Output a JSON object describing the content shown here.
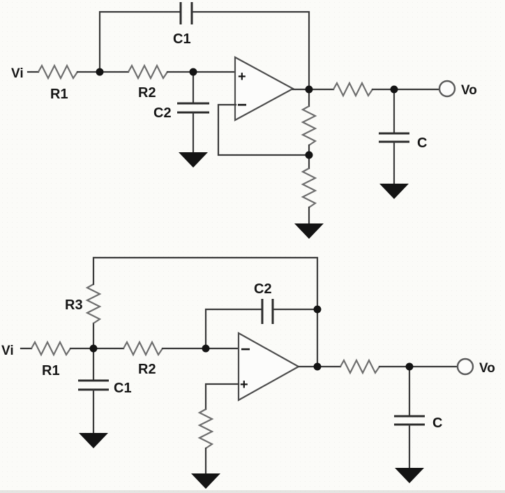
{
  "diagram": {
    "kind": "two op-amp active low-pass filter schematics",
    "colors": {
      "background": "#fbfbf8",
      "wire": "#3a3a3a",
      "resistor": "#6e6e6e",
      "capacitor": "#2c2c2c",
      "opamp_outline": "#4d4d4d",
      "node_fill": "#141414",
      "ground_fill": "#141414",
      "label": "#161616",
      "terminal_outline": "#5a5a5a"
    },
    "top_circuit": {
      "labels": {
        "vi": "Vi",
        "r1": "R1",
        "r2": "R2",
        "c1": "C1",
        "c2": "C2",
        "opamp_plus": "+",
        "opamp_minus": "−",
        "c": "C",
        "vo": "Vo"
      }
    },
    "bottom_circuit": {
      "labels": {
        "vi": "Vi",
        "r1": "R1",
        "r2": "R2",
        "r3": "R3",
        "c1": "C1",
        "c2": "C2",
        "opamp_minus": "−",
        "opamp_plus": "+",
        "c": "C",
        "vo": "Vo"
      }
    }
  }
}
